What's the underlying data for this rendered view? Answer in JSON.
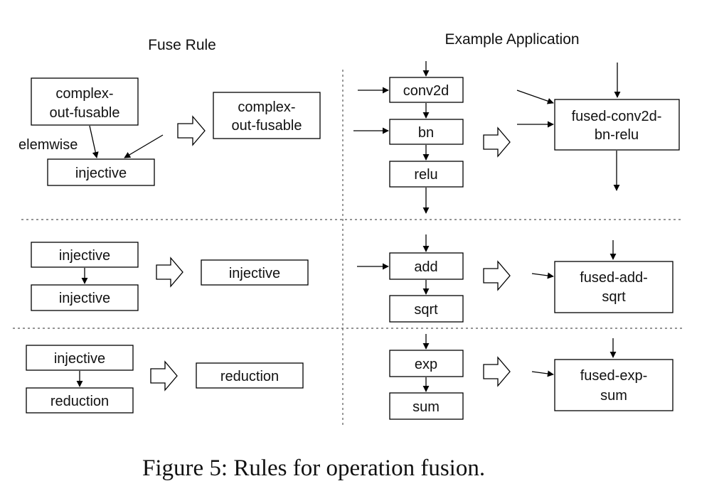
{
  "headers": {
    "fuse_rule": "Fuse Rule",
    "example_application": "Example Application"
  },
  "caption": "Figure 5: Rules for operation fusion.",
  "rule1": {
    "src_line1": "complex-",
    "src_line2": "out-fusable",
    "edge_label": "elemwise",
    "dst": "injective",
    "result_line1": "complex-",
    "result_line2": "out-fusable"
  },
  "rule2": {
    "src": "injective",
    "dst": "injective",
    "result": "injective"
  },
  "rule3": {
    "src": "injective",
    "dst": "reduction",
    "result": "reduction"
  },
  "example1": {
    "ops": [
      "conv2d",
      "bn",
      "relu"
    ],
    "fused_line1": "fused-conv2d-",
    "fused_line2": "bn-relu"
  },
  "example2": {
    "ops": [
      "add",
      "sqrt"
    ],
    "fused_line1": "fused-add-",
    "fused_line2": "sqrt"
  },
  "example3": {
    "ops": [
      "exp",
      "sum"
    ],
    "fused_line1": "fused-exp-",
    "fused_line2": "sum"
  }
}
